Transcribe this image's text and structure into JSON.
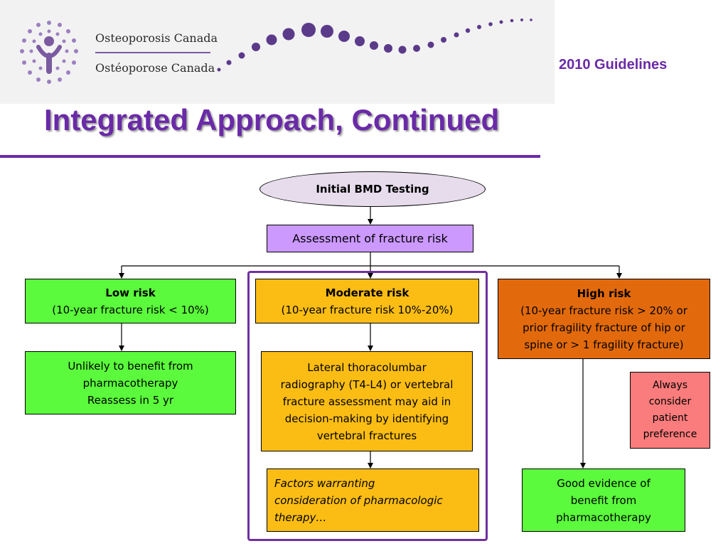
{
  "header": {
    "org_name_en": "Osteoporosis Canada",
    "org_name_fr": "Ostéoporose Canada",
    "tagline": "2010 Guidelines",
    "title": "Integrated Approach, Continued"
  },
  "flow": {
    "start": "Initial BMD Testing",
    "assessment": "Assessment of fracture risk",
    "low": {
      "heading": "Low risk",
      "detail": "(10-year fracture risk < 10%)",
      "result_lines": [
        "Unlikely to benefit from",
        "pharmacotherapy",
        "Reassess in 5 yr"
      ]
    },
    "moderate": {
      "heading": "Moderate risk",
      "detail": "(10-year fracture risk 10%-20%)",
      "step_lines": [
        "Lateral thoracolumbar",
        "radiography (T4-L4) or vertebral",
        "fracture assessment may aid in",
        "decision-making by identifying",
        "vertebral fractures"
      ],
      "factors_lines": [
        "Factors warranting",
        "consideration of pharmacologic",
        "therapy…"
      ]
    },
    "high": {
      "heading": "High risk",
      "detail_lines": [
        "(10-year fracture risk > 20% or",
        "prior fragility fracture of hip or",
        "spine or > 1 fragility fracture)"
      ],
      "result_lines": [
        "Good evidence of",
        "benefit from",
        "pharmacotherapy"
      ]
    },
    "note_lines": [
      "Always",
      "consider",
      "patient",
      "preference"
    ]
  }
}
